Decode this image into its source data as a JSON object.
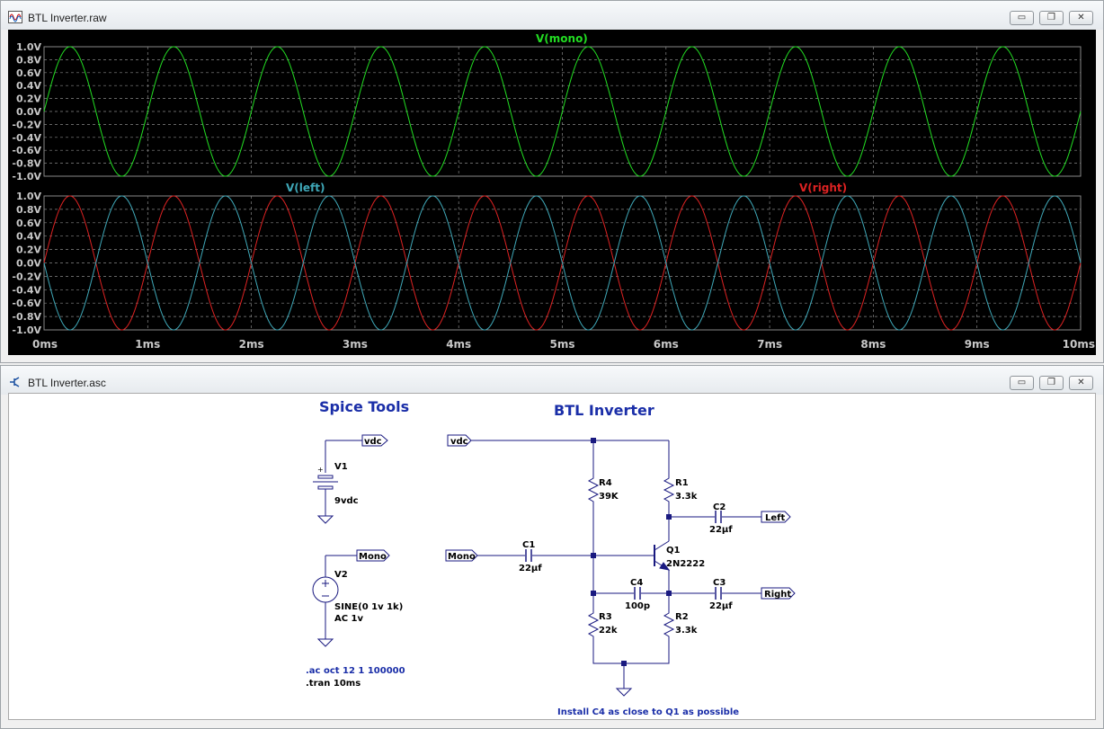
{
  "raw_window": {
    "title": "BTL Inverter.raw",
    "controls": {
      "minimize": "▭",
      "restore": "❐",
      "close": "✕"
    },
    "upper_pane": {
      "trace_label": "V(mono)",
      "yticks": [
        "1.0V",
        "0.8V",
        "0.6V",
        "0.4V",
        "0.2V",
        "0.0V",
        "-0.2V",
        "-0.4V",
        "-0.6V",
        "-0.8V",
        "-1.0V"
      ]
    },
    "lower_pane": {
      "trace_left_label": "V(left)",
      "trace_right_label": "V(right)",
      "yticks": [
        "1.0V",
        "0.8V",
        "0.6V",
        "0.4V",
        "0.2V",
        "0.0V",
        "-0.2V",
        "-0.4V",
        "-0.6V",
        "-0.8V",
        "-1.0V"
      ]
    },
    "xticks": [
      "0ms",
      "1ms",
      "2ms",
      "3ms",
      "4ms",
      "5ms",
      "6ms",
      "7ms",
      "8ms",
      "9ms",
      "10ms"
    ],
    "colors": {
      "mono": "#22dd22",
      "left": "#3fa8b8",
      "right": "#dd2222",
      "grid": "#888888",
      "axis_text": "#c8c8c8"
    }
  },
  "chart_data": {
    "type": "line",
    "xlabel": "",
    "ylabel": "",
    "x_range_ms": [
      0,
      10
    ],
    "ylim": [
      -1.0,
      1.0
    ],
    "frequency_hz": 1000,
    "amplitude_v": 1.0,
    "series": [
      {
        "name": "V(mono)",
        "pane": "upper",
        "phase_deg": 0,
        "color": "#22dd22"
      },
      {
        "name": "V(right)",
        "pane": "lower",
        "phase_deg": 0,
        "color": "#dd2222"
      },
      {
        "name": "V(left)",
        "pane": "lower",
        "phase_deg": 180,
        "color": "#3fa8b8"
      }
    ]
  },
  "asc_window": {
    "title": "BTL Inverter.asc",
    "controls": {
      "minimize": "▭",
      "restore": "❐",
      "close": "✕"
    },
    "heading_tools": "Spice Tools",
    "heading_circuit": "BTL Inverter",
    "v1": {
      "name": "V1",
      "value": "9vdc",
      "net": "vdc"
    },
    "v2": {
      "name": "V2",
      "value_line1": "SINE(0 1v 1k)",
      "value_line2": "AC 1v",
      "net": "Mono"
    },
    "directives": {
      "ac": ".ac oct 12 1 100000",
      "tran": ".tran 10ms"
    },
    "net_labels": {
      "vdc": "vdc",
      "mono": "Mono",
      "left": "Left",
      "right": "Right"
    },
    "components": {
      "r4": {
        "name": "R4",
        "value": "39K"
      },
      "r1": {
        "name": "R1",
        "value": "3.3k"
      },
      "r3": {
        "name": "R3",
        "value": "22k"
      },
      "r2": {
        "name": "R2",
        "value": "3.3k"
      },
      "c1": {
        "name": "C1",
        "value": "22µf"
      },
      "c2": {
        "name": "C2",
        "value": "22µf"
      },
      "c3": {
        "name": "C3",
        "value": "22µf"
      },
      "c4": {
        "name": "C4",
        "value": "100p"
      },
      "q1": {
        "name": "Q1",
        "value": "2N2222"
      }
    },
    "note": "Install C4 as close to Q1 as possible",
    "polarity_plus": "+"
  }
}
